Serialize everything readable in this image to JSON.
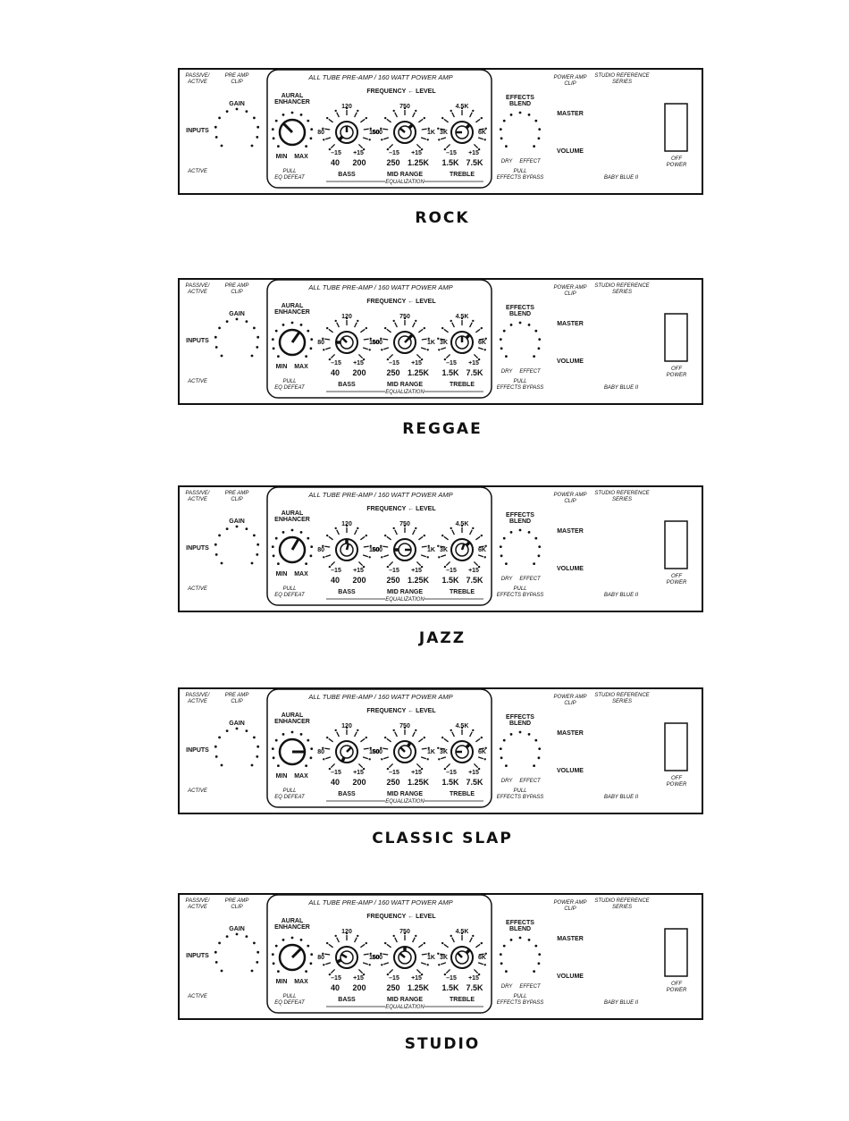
{
  "labels": {
    "passive_active": [
      "PASSIVE/",
      "ACTIVE"
    ],
    "pre_amp_clip": [
      "PRE AMP",
      "CLIP"
    ],
    "gain": "GAIN",
    "inputs": "INPUTS",
    "active": "ACTIVE",
    "title": "ALL TUBE PRE-AMP / 160 WATT POWER AMP",
    "frequency_level": "FREQUENCY ← LEVEL",
    "aural_enhancer": [
      "AURAL",
      "ENHANCER"
    ],
    "min": "MIN",
    "max": "MAX",
    "pull_eq_defeat": [
      "PULL",
      "EQ DEFEAT"
    ],
    "bass": {
      "top": "120",
      "left": "80",
      "right": "160",
      "minus": "–15",
      "plus": "+15",
      "low": "40",
      "high": "200",
      "name": "BASS"
    },
    "mid": {
      "top": "750",
      "left": "500",
      "right": "1K",
      "minus": "–15",
      "plus": "+15",
      "low": "250",
      "high": "1.25K",
      "name": "MID RANGE"
    },
    "treble": {
      "top": "4.5K",
      "left": "3K",
      "right": "6K",
      "minus": "–15",
      "plus": "+15",
      "low": "1.5K",
      "high": "7.5K",
      "name": "TREBLE"
    },
    "equalization": "EQUALIZATION",
    "effects_blend": [
      "EFFECTS",
      "BLEND"
    ],
    "dry": "DRY",
    "effect": "EFFECT",
    "pull_effects_bypass": [
      "PULL",
      "EFFECTS BYPASS"
    ],
    "power_amp_clip": [
      "POWER AMP",
      "CLIP"
    ],
    "master": "MASTER",
    "volume": "VOLUME",
    "studio_reference_series": [
      "STUDIO REFERENCE",
      "SERIES"
    ],
    "baby_blue": "BABY BLUE II",
    "off_power": [
      "OFF",
      "POWER"
    ]
  },
  "presets": [
    {
      "name": "ROCK",
      "aural_deg": -45,
      "bass_level_deg": 0,
      "bass_freq_deg": -135,
      "mid_level_deg": -50,
      "mid_freq_deg": 45,
      "treble_level_deg": -90,
      "treble_freq_deg": 45
    },
    {
      "name": "REGGAE",
      "aural_deg": 35,
      "bass_level_deg": -45,
      "bass_freq_deg": -90,
      "mid_level_deg": 45,
      "mid_freq_deg": 45,
      "treble_level_deg": 0,
      "treble_freq_deg": 45
    },
    {
      "name": "JAZZ",
      "aural_deg": 30,
      "bass_level_deg": 15,
      "bass_freq_deg": 0,
      "mid_level_deg": 90,
      "mid_freq_deg": -90,
      "treble_level_deg": 20,
      "treble_freq_deg": 45
    },
    {
      "name": "CLASSIC SLAP",
      "aural_deg": 90,
      "bass_level_deg": 45,
      "bass_freq_deg": -155,
      "mid_level_deg": -45,
      "mid_freq_deg": 30,
      "treble_level_deg": -90,
      "treble_freq_deg": 45
    },
    {
      "name": "STUDIO",
      "aural_deg": 45,
      "bass_level_deg": -60,
      "bass_freq_deg": -115,
      "mid_level_deg": -50,
      "mid_freq_deg": 0,
      "treble_level_deg": -45,
      "treble_freq_deg": 45
    }
  ]
}
